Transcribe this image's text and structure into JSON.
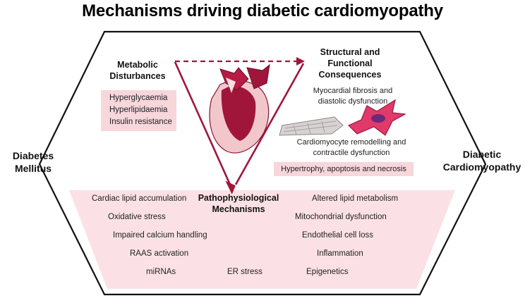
{
  "title": "Mechanisms driving diabetic cardiomyopathy",
  "left_label": [
    "Diabetes",
    "Mellitus"
  ],
  "right_label": [
    "Diabetic",
    "Cardiomyopathy"
  ],
  "metabolic": {
    "heading": [
      "Metabolic",
      "Disturbances"
    ],
    "items": [
      "Hyperglycaemia",
      "Hyperlipidaemia",
      "Insulin resistance"
    ]
  },
  "structural": {
    "heading": [
      "Structural and",
      "Functional",
      "Consequences"
    ],
    "fibrosis": [
      "Myocardial fibrosis and",
      "diastolic dysfunction"
    ],
    "remodelling": [
      "Cardiomyocyte remodelling and",
      "contractile dysfunction"
    ],
    "hypertrophy": "Hypertrophy, apoptosis and necrosis"
  },
  "patho": {
    "heading": [
      "Pathophysiological",
      "Mechanisms"
    ],
    "left": [
      "Cardiac lipid accumulation",
      "Oxidative stress",
      "Impaired calcium handling",
      "RAAS activation",
      "miRNAs"
    ],
    "center": "ER stress",
    "right": [
      "Altered lipid metabolism",
      "Mitochondrial dysfunction",
      "Endothelial cell loss",
      "Inflammation",
      "Epigenetics"
    ]
  },
  "colors": {
    "accent": "#a0163a",
    "pink_box": "#f7d6dc",
    "hexagon": "#111111"
  }
}
